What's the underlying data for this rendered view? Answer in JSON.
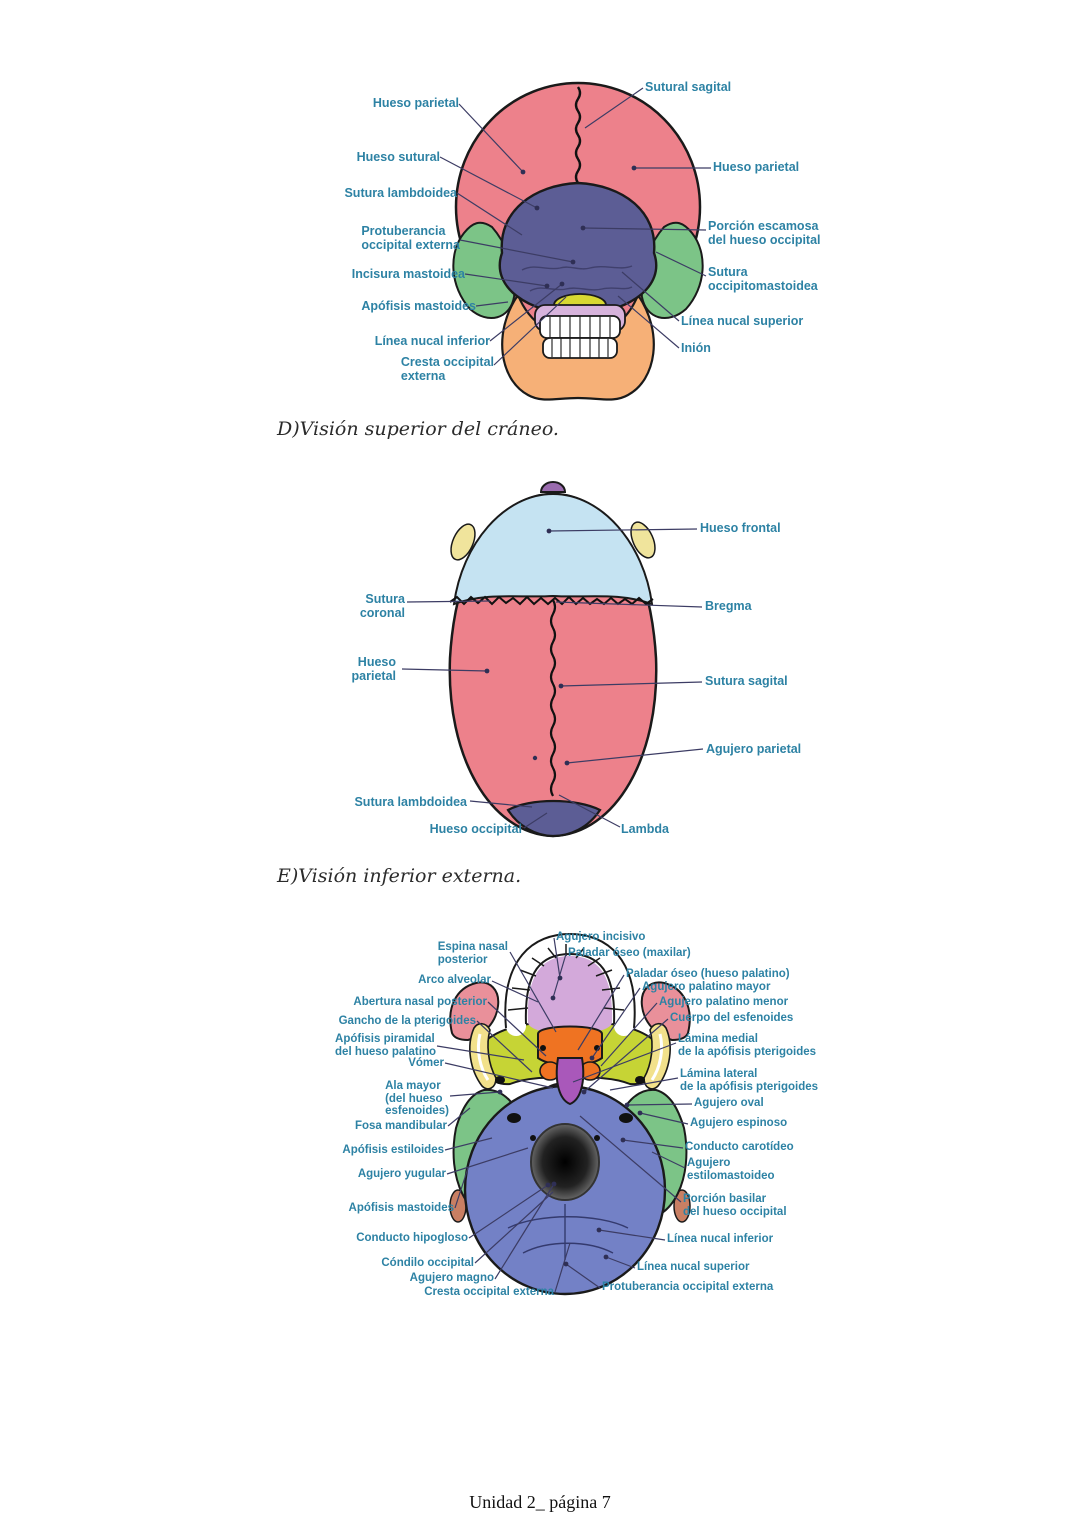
{
  "footer": "Unidad 2_ página 7",
  "colors": {
    "label_text": "#2d82a4",
    "leader_line": "#3c3c64",
    "bone_pink": "#ed818b",
    "bone_frontal_blue": "#c5e3f2",
    "bone_occipital_purple": "#5c5d95",
    "bone_temporal_green": "#7cc487",
    "bone_mandible_orange": "#f6b077",
    "bone_maxilla_lavender": "#d7b3dc",
    "bone_sphenoid_chartreuse": "#c6d435",
    "bone_palatine_orange": "#ef7322",
    "bone_vomer_magenta": "#a958ba",
    "bone_zygomatic_yellow": "#f2e18b",
    "bone_occipital_blue": "#7381c6"
  },
  "posterior": {
    "left": [
      "Hueso parietal",
      "Hueso sutural",
      "Sutura lambdoidea",
      "Protuberancia\noccipital externa",
      "Incisura mastoidea",
      "Apófisis mastoides",
      "Línea nucal inferior",
      "Cresta occipital\nexterna"
    ],
    "right": [
      "Sutural sagital",
      "Hueso parietal",
      "Porción escamosa\ndel hueso occipital",
      "Sutura\noccipitomastoidea",
      "Línea nucal superior",
      "Inión"
    ]
  },
  "superior": {
    "heading": "D)Visión superior del cráneo.",
    "left": [
      "Sutura\ncoronal",
      "Hueso\nparietal",
      "Sutura lambdoidea",
      "Hueso occipital"
    ],
    "right": [
      "Hueso frontal",
      "Bregma",
      "Sutura sagital",
      "Agujero parietal",
      "Lambda"
    ]
  },
  "inferior": {
    "heading": "E)Visión inferior externa.",
    "left": [
      "Espina nasal\nposterior",
      "Arco alveolar",
      "Abertura nasal posterior",
      "Gancho de la pterigoides",
      "Apófisis piramidal\ndel hueso palatino",
      "Vómer",
      "Ala mayor\n(del hueso\nesfenoides)",
      "Fosa mandibular",
      "Apófisis estiloides",
      "Agujero yugular",
      "Apófisis mastoides",
      "Conducto hipogloso",
      "Cóndilo occipital",
      "Agujero magno",
      "Cresta occipital externa"
    ],
    "right": [
      "Agujero incisivo",
      "Paladar óseo (maxilar)",
      "Paladar óseo (hueso palatino)",
      "Agujero palatino mayor",
      "Agujero palatino menor",
      "Cuerpo del esfenoides",
      "Lámina medial\nde la apófisis pterigoides",
      "Lámina lateral\nde la apófisis pterigoides",
      "Agujero oval",
      "Agujero espinoso",
      "Conducto carotídeo",
      "Agujero\nestilomastoideo",
      "Porción basilar\ndel hueso occipital",
      "Línea nucal inferior",
      "Línea nucal superior",
      "Protuberancia occipital externa"
    ]
  }
}
